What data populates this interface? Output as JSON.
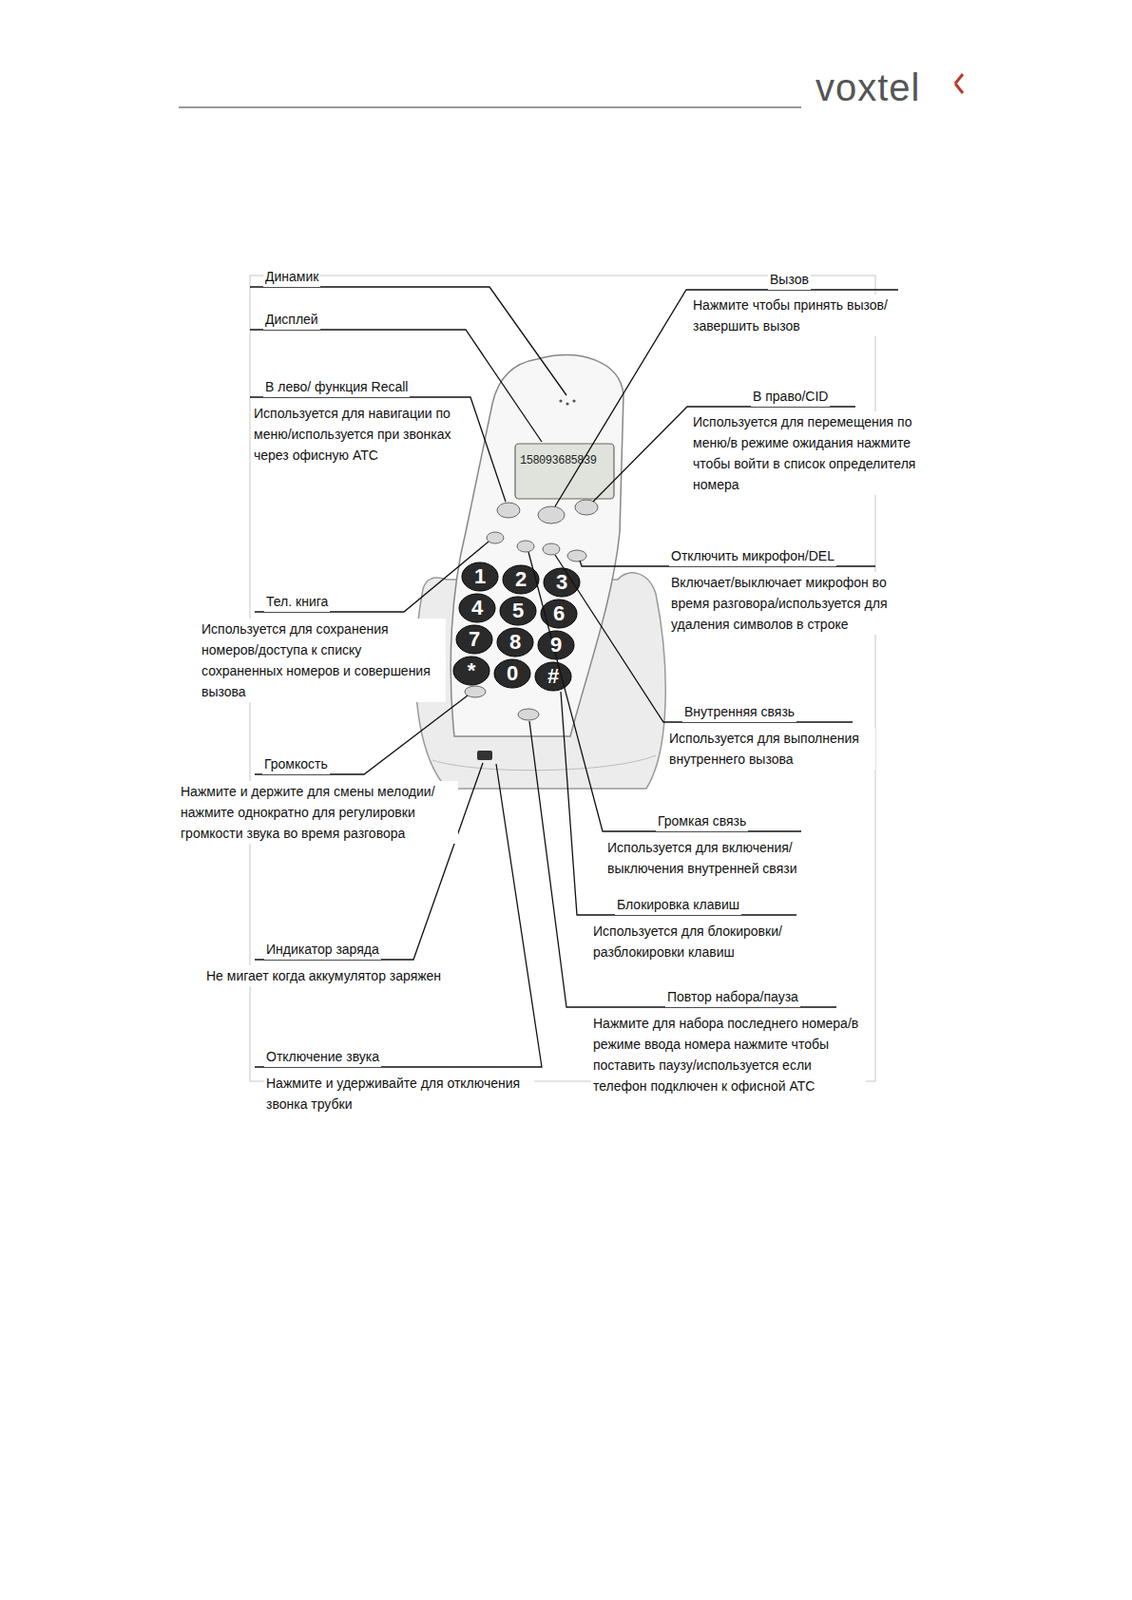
{
  "diagram": {
    "labels": [
      "voxtel",
      "Динамик",
      "Дисплей",
      "Вызов",
      "Нажмите чтобы принять вызов/завершить вызов",
      "В лево/ функция Recall",
      "Используется для навигации по меню/используется при звонках через офисную АТС",
      "В право/CID",
      "Используется для перемещения по меню/в режиме ожидания нажмите чтобы войти в список определителя номера",
      "Отключить микрофон/DEL",
      "Включает/выключает микрофон во время разговора/используется для удаления символов в строке",
      "Тел. книга",
      "Используется для сохранения номеров/доступа к списку сохраненных номеров и совершения вызова",
      "Внутренняя связь",
      "Используется для выполнения внутреннего вызова",
      "Громкость",
      "Нажмите и держите для смены мелодии/нажмите однократно для регулировки громкости звука во время разговора",
      "Громкая связь",
      "Используется для включения/ выключения внутренней связи",
      "Блокировка клавиш",
      "Используется для блокировки/разблокировки клавиш",
      "Индикатор заряда",
      "Не мигает когда аккумулятор заряжен",
      "Повтор набора/пауза",
      "Нажмите для набора последнего номера/в режиме ввода номера нажмите чтобы поставить паузу/используется если телефон подключен к офисной АТС",
      "Отключение звука",
      "Нажмите и удерживайте для отключения звонка трубки",
      "158093685839",
      "1",
      "2",
      "3",
      "4",
      "5",
      "6",
      "7",
      "8",
      "9",
      "*",
      "0",
      "#"
    ]
  }
}
